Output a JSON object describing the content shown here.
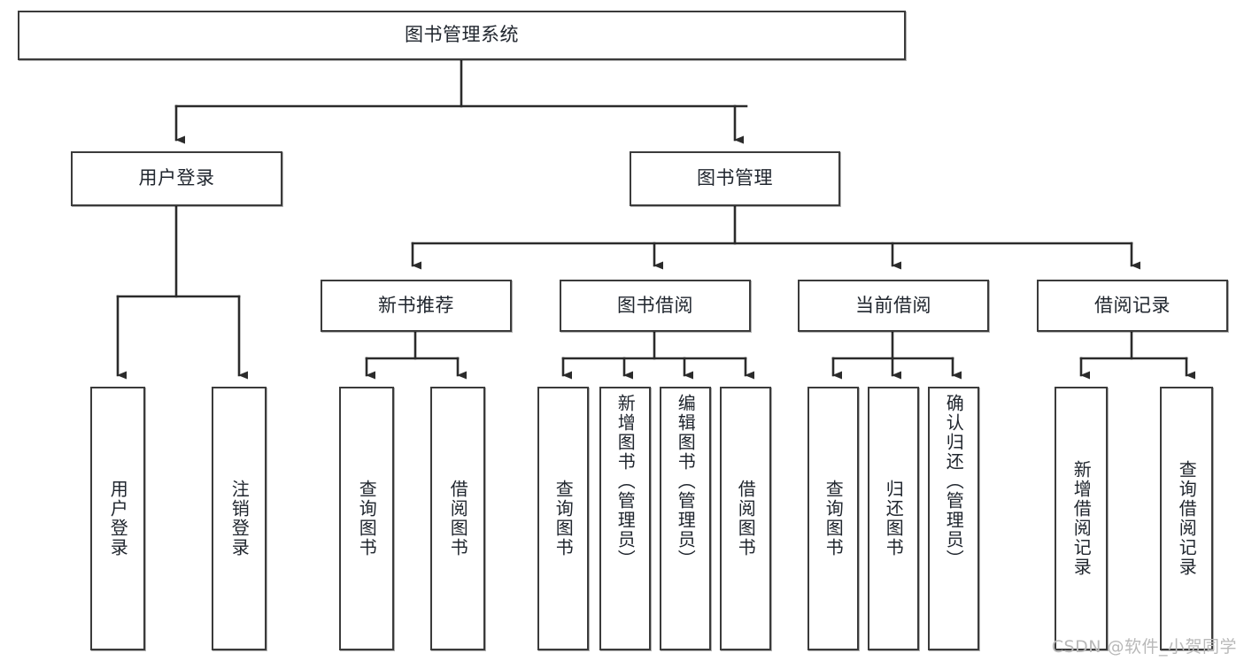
{
  "diagram": {
    "title": "图书管理系统",
    "type": "tree",
    "stroke_color": "#3b3b3b",
    "text_color": "#20262e",
    "background": "#ffffff",
    "watermark": "CSDN @软件_小贺同学",
    "nodes": {
      "root": {
        "label": "图书管理系统"
      },
      "level1": [
        {
          "id": "user-login",
          "label": "用户登录"
        },
        {
          "id": "book-manage",
          "label": "图书管理"
        }
      ],
      "level2": [
        {
          "id": "new-book-recommend",
          "label": "新书推荐"
        },
        {
          "id": "book-borrow",
          "label": "图书借阅"
        },
        {
          "id": "current-borrow",
          "label": "当前借阅"
        },
        {
          "id": "borrow-record",
          "label": "借阅记录"
        }
      ],
      "leaves": {
        "user_login": [
          {
            "id": "leaf-user-login",
            "label": "用户登录",
            "align": "center"
          },
          {
            "id": "leaf-logout-login",
            "label": "注销登录",
            "align": "center"
          }
        ],
        "new_book_recommend": [
          {
            "id": "leaf-query-book-1",
            "label": "查询图书",
            "align": "center"
          },
          {
            "id": "leaf-borrow-book-1",
            "label": "借阅图书",
            "align": "center"
          }
        ],
        "book_borrow": [
          {
            "id": "leaf-query-book-2",
            "label": "查询图书",
            "align": "center"
          },
          {
            "id": "leaf-add-book",
            "label": "新增图书（管理员）",
            "align": "top"
          },
          {
            "id": "leaf-edit-book",
            "label": "编辑图书（管理员）",
            "align": "top"
          },
          {
            "id": "leaf-borrow-book-2",
            "label": "借阅图书",
            "align": "center"
          }
        ],
        "current_borrow": [
          {
            "id": "leaf-query-book-3",
            "label": "查询图书",
            "align": "center"
          },
          {
            "id": "leaf-return-book",
            "label": "归还图书",
            "align": "center"
          },
          {
            "id": "leaf-confirm-return",
            "label": "确认归还（管理员）",
            "align": "top"
          }
        ],
        "borrow_record": [
          {
            "id": "leaf-add-record",
            "label": "新增借阅记录",
            "align": "center"
          },
          {
            "id": "leaf-query-record",
            "label": "查询借阅记录",
            "align": "center"
          }
        ]
      }
    }
  }
}
